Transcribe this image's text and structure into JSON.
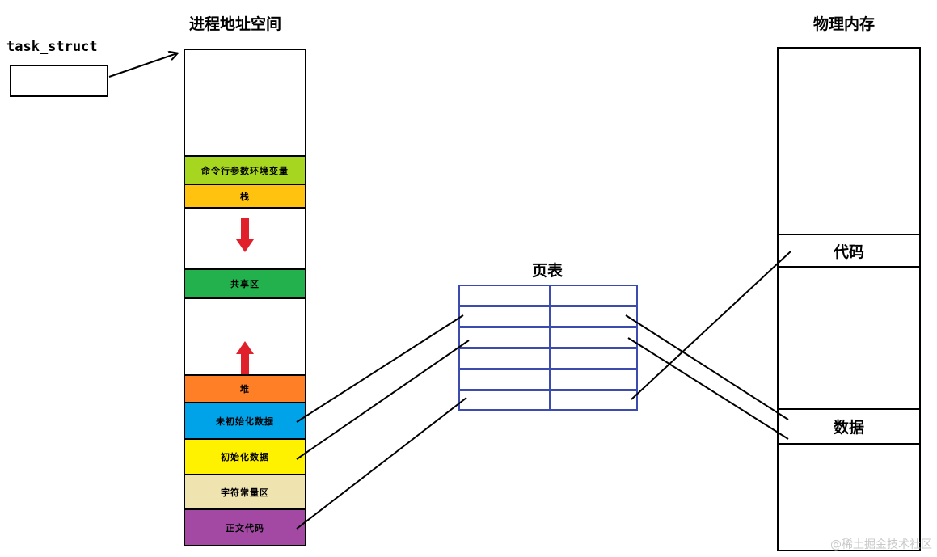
{
  "task_struct": {
    "label": "task_struct"
  },
  "address_space": {
    "title": "进程地址空间",
    "segments": [
      {
        "key": "cmdline",
        "label": "命令行参数环境变量",
        "color": "#a6d61f"
      },
      {
        "key": "stack",
        "label": "栈",
        "color": "#ffc20e"
      },
      {
        "key": "shared",
        "label": "共享区",
        "color": "#22b14c"
      },
      {
        "key": "heap",
        "label": "堆",
        "color": "#ff7f27"
      },
      {
        "key": "bss",
        "label": "未初始化数据",
        "color": "#00a2e8"
      },
      {
        "key": "data",
        "label": "初始化数据",
        "color": "#fff200"
      },
      {
        "key": "rodata",
        "label": "字符常量区",
        "color": "#efe4b0"
      },
      {
        "key": "text",
        "label": "正文代码",
        "color": "#a349a4"
      }
    ]
  },
  "page_table": {
    "title": "页表",
    "rows": 6,
    "cols": 2,
    "border_color": "#3b4bb0"
  },
  "physical_memory": {
    "title": "物理内存",
    "segments": [
      {
        "key": "code",
        "label": "代码"
      },
      {
        "key": "data",
        "label": "数据"
      }
    ]
  },
  "arrow_colors": {
    "down": "#e0202a",
    "up": "#e0202a"
  },
  "watermark": "@稀土掘金技术社区"
}
